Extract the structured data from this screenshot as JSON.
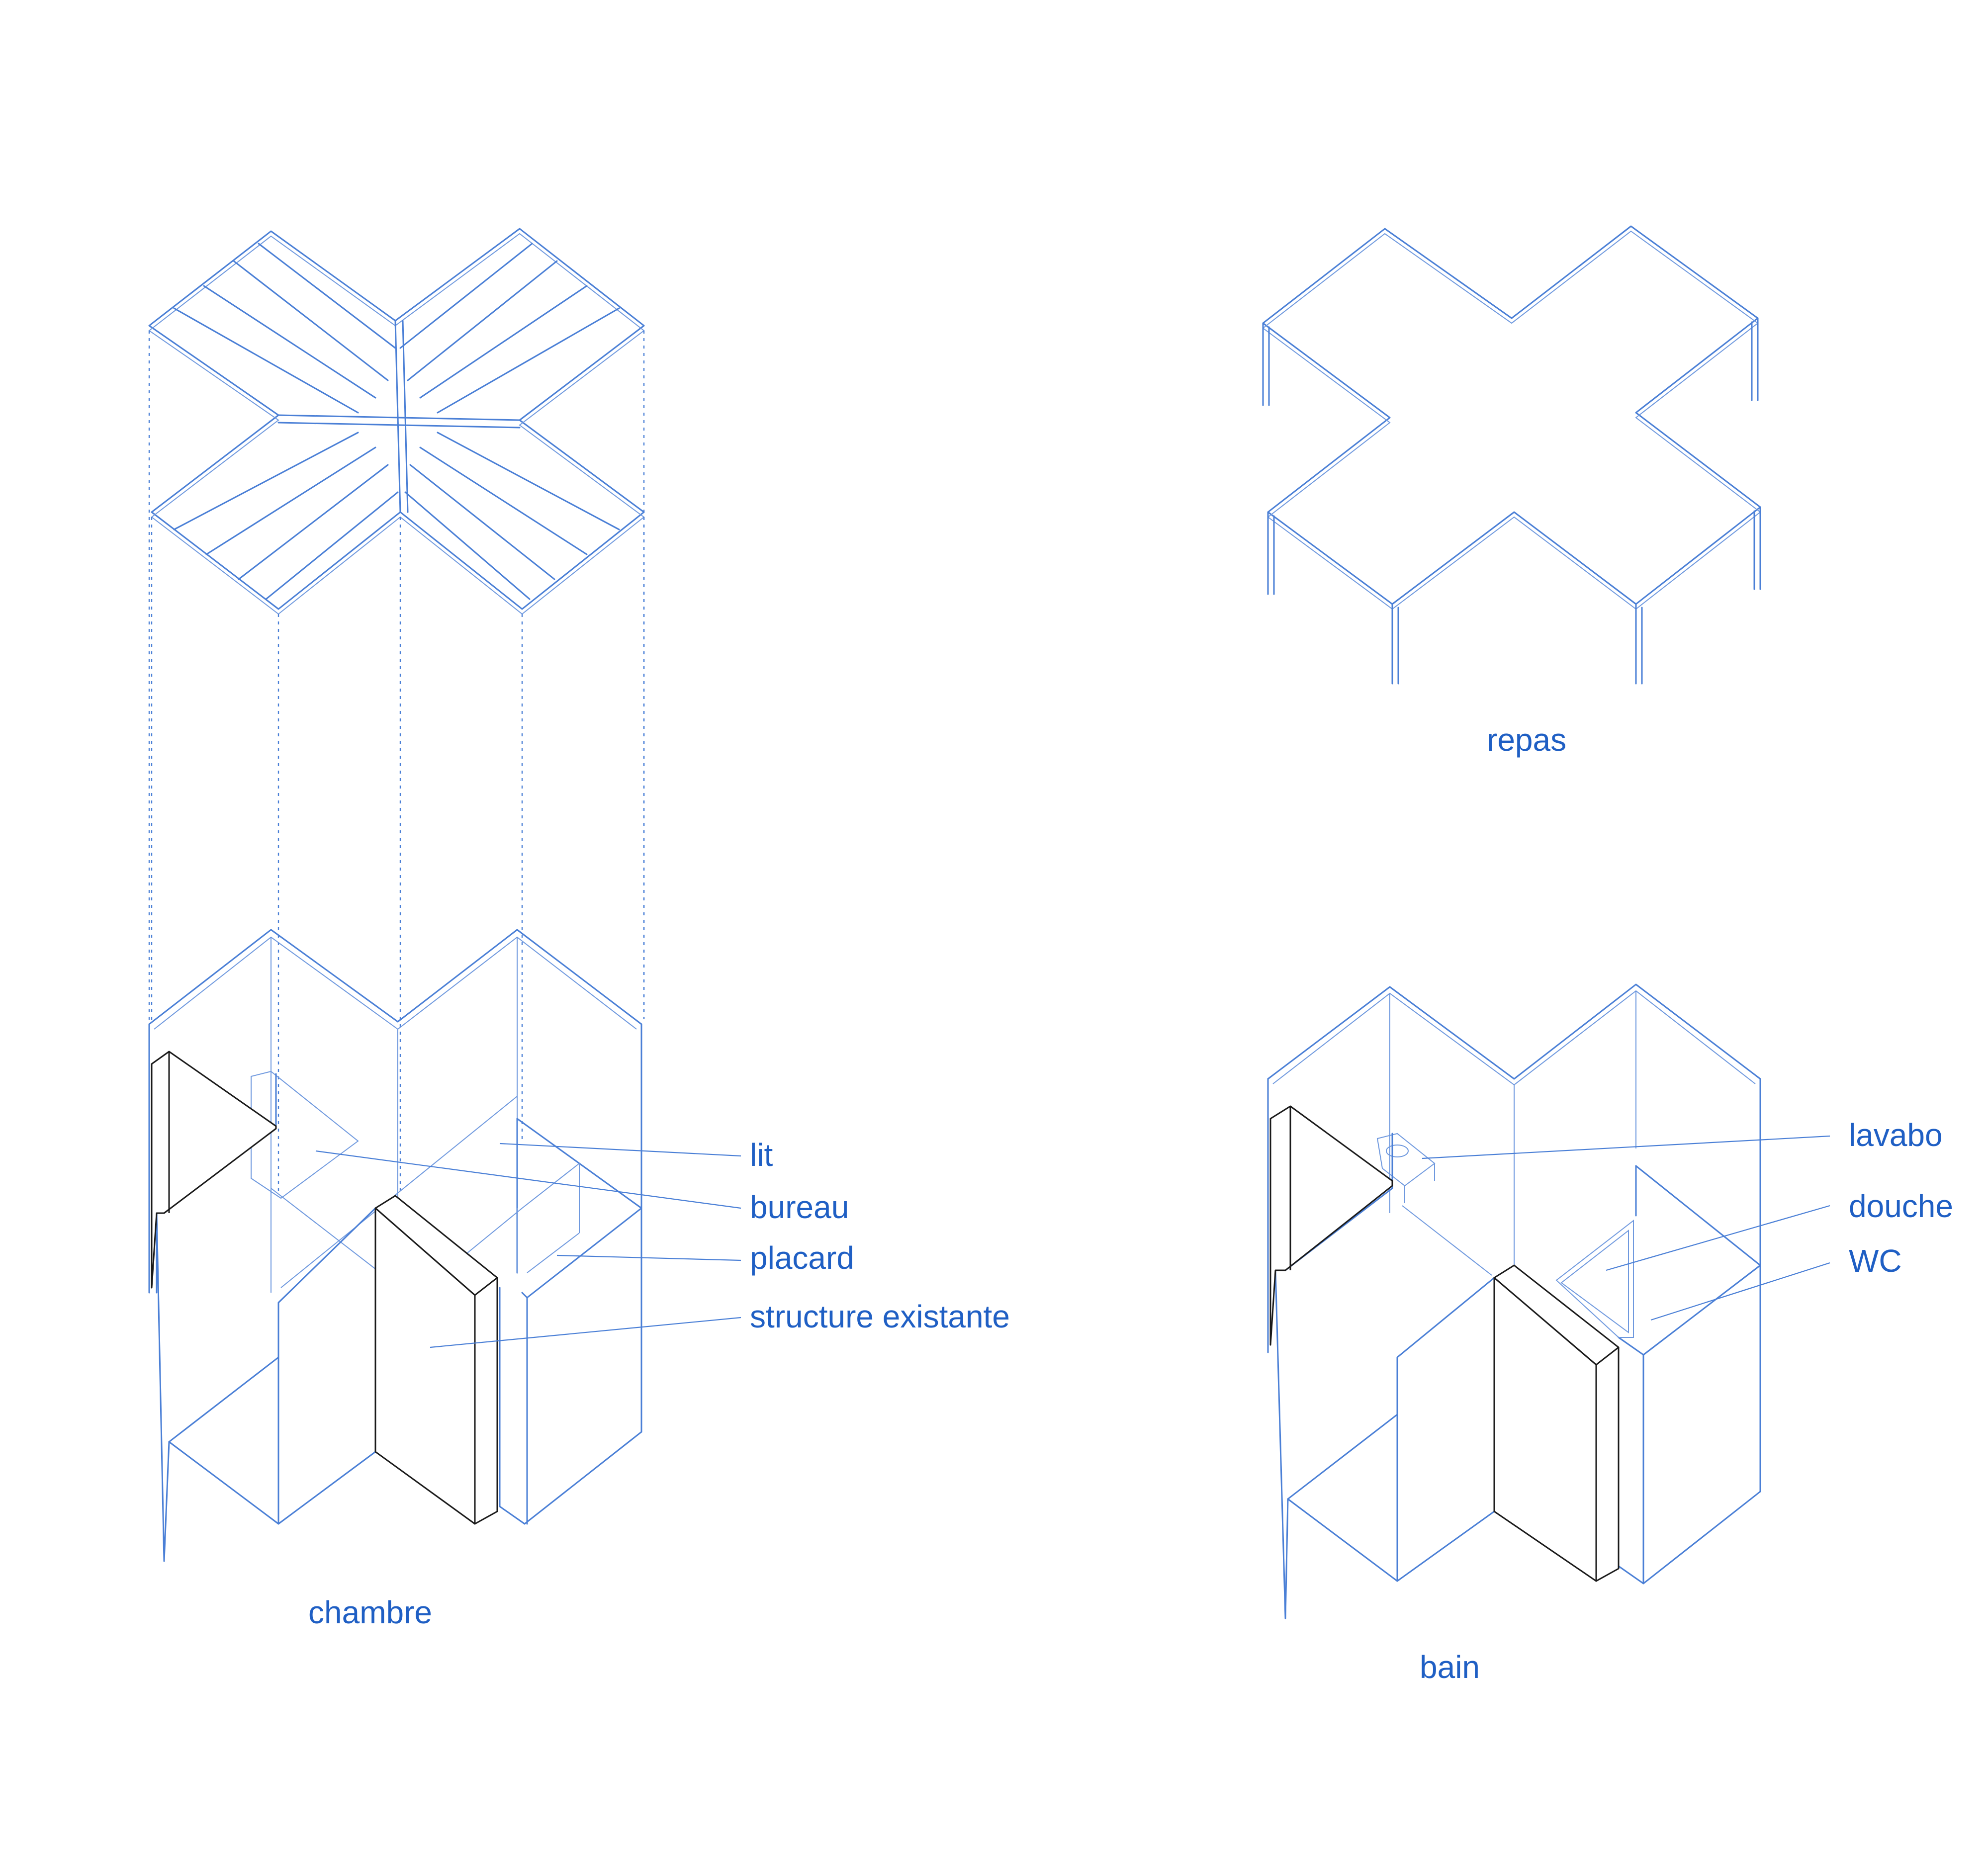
{
  "colors": {
    "line": "#4a7fd6",
    "label": "#1f5fc4",
    "structure": "#1a1a1a"
  },
  "labels": {
    "chambre": "chambre",
    "repas": "repas",
    "bain": "bain",
    "lit": "lit",
    "bureau": "bureau",
    "placard": "placard",
    "structure_existante": "structure existante",
    "lavabo": "lavabo",
    "douche": "douche",
    "wc": "WC"
  }
}
